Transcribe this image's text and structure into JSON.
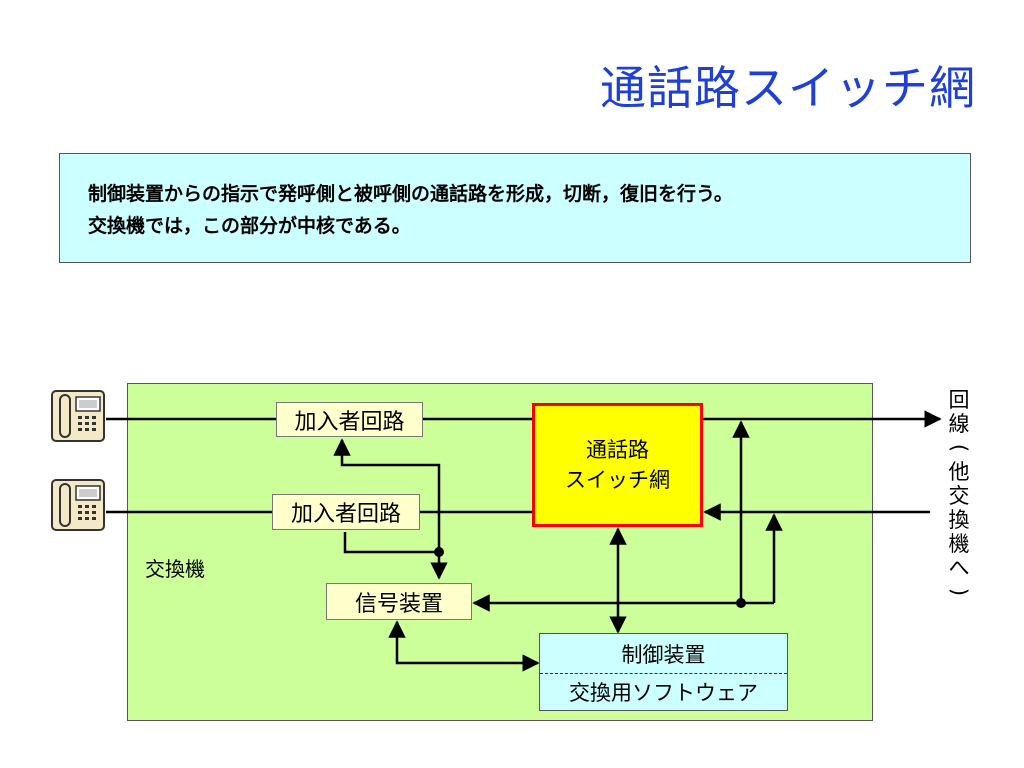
{
  "title": "通話路スイッチ網",
  "description": {
    "line1": "制御装置からの指示で発呼側と被呼側の通話路を形成，切断，復旧を行う。",
    "line2": "交換機では，この部分が中核である。"
  },
  "diagram": {
    "exchange_label": "交換機",
    "subscriber_circuit_1": "加入者回路",
    "subscriber_circuit_2": "加入者回路",
    "switch_line1": "通話路",
    "switch_line2": "スイッチ網",
    "signal_device": "信号装置",
    "control_device": "制御装置",
    "control_software": "交換用ソフトウェア",
    "external_line": "回線(他交換機へ)"
  },
  "icons": {
    "phone_1": "telephone-icon",
    "phone_2": "telephone-icon"
  },
  "colors": {
    "title": "#1f3fd6",
    "description_bg": "#ccffff",
    "exchange_bg": "#ccff99",
    "subscriber_bg": "#ffffcc",
    "switch_bg": "#ffff00",
    "switch_border": "#ff0000",
    "control_bg": "#ccffff"
  }
}
